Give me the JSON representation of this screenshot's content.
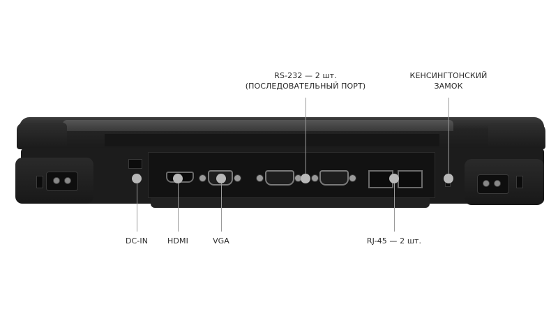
{
  "labels": {
    "rs232": {
      "line1": "RS-232 — 2 шт.",
      "line2": "(ПОСЛЕДОВАТЕЛЬНЫЙ ПОРТ)"
    },
    "kensington": {
      "line1": "КЕНСИНГТОНСКИЙ",
      "line2": "ЗАМОК"
    },
    "dc_in": "DC-IN",
    "hdmi": "HDMI",
    "vga": "VGA",
    "rj45": "RJ-45 — 2 шт."
  },
  "colors": {
    "background": "#ffffff",
    "label_text": "#2a2a2a",
    "leader_line": "#9a9a9a",
    "marker_dot": "#b8b8b8",
    "device_body": "#1c1c1c"
  }
}
